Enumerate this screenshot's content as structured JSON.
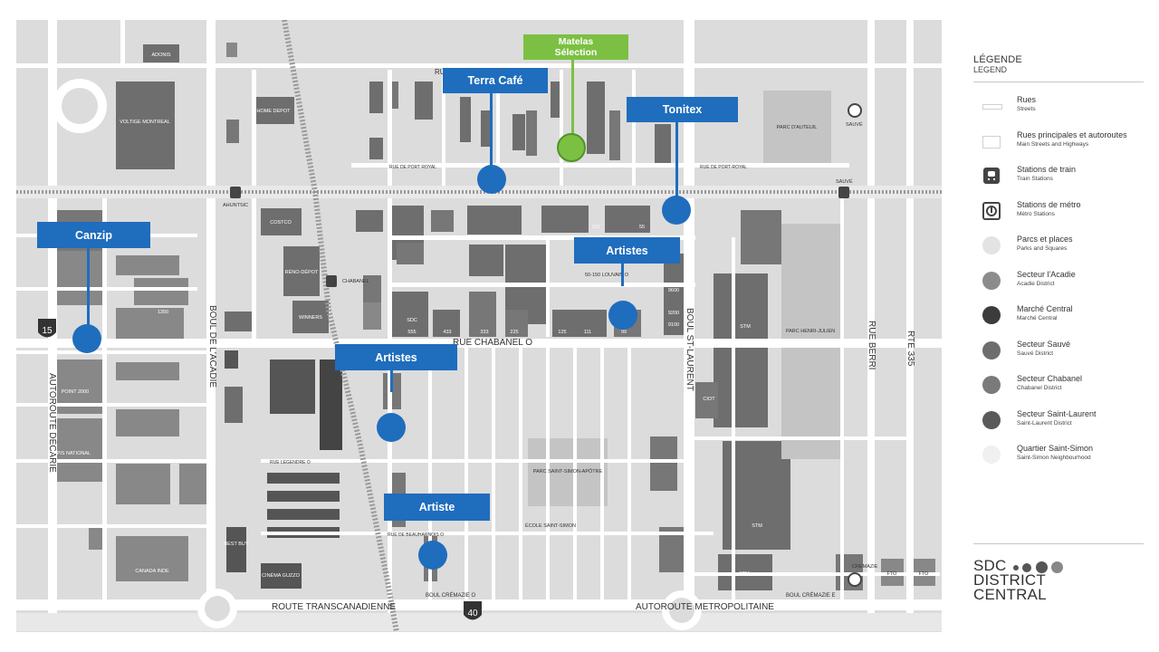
{
  "map": {
    "streets": {
      "rue_chabanel": "RUE CHABANEL O",
      "boul_acadie": "BOUL DE L'ACADIE",
      "boul_st_laurent": "BOUL ST-LAURENT",
      "rue_berri": "RUE BERRI",
      "rte_335": "RTE 335",
      "autoroute_decarie": "AUTOROUTE DÉCARIE",
      "route_transcanadienne": "ROUTE TRANSCANADIENNE",
      "autoroute_metropolitaine": "AUTOROUTE METROPOLITAINE",
      "boul_cremazie_o": "BOUL CRÉMAZIE O",
      "boul_cremazie_e": "BOUL CRÉMAZIE E",
      "rue_port_royal": "RUE DE PORT ROYAL",
      "rue_port_royal_e": "RUE DE PORT-ROYAL",
      "rue_louvain": "50-150 LOUVAIN O",
      "rue_legendre": "RUE LEGENDRE O",
      "rue_beauharnois": "RUE DE BEAUHARNOIS O",
      "rue_top": "RUE"
    },
    "highway_shields": {
      "a15": "15",
      "a40": "40"
    },
    "places": {
      "adonis": "ADONIS",
      "voltige": "VOLTIGE MONTREAL",
      "home_depot": "HOME DEPOT",
      "costco": "COSTCO",
      "reno_depot": "RÉNO-DÉPOT",
      "winners": "WINNERS",
      "parc_auteuil": "PARC D'AUTEUIL",
      "parc_henri_julien": "PARC HENRI-JULIEN",
      "parc_saint_simon": "PARC SAINT-SIMON-APÔTRE",
      "ecole_saint_simon": "ÉCOLE SAINT-SIMON",
      "stm_1": "STM",
      "stm_2": "STM",
      "stm_3": "STM",
      "best_buy": "BEST BUY",
      "canada_inde": "CANADA INDE",
      "cinema_guzzo": "CINÉMA GUZZO",
      "point_2000": "POINT 2000",
      "tapis_national": "TAPIS NATIONAL",
      "ciot": "CIOT",
      "fto_1": "FTO",
      "fto_2": "FTO"
    },
    "stations": {
      "ahuntsic": "AHUNTSIC",
      "chabanel": "CHABANEL",
      "sauve_train": "SAUVÉ",
      "sauve_metro": "SAUVÉ",
      "cremazie": "CRÉMAZIE"
    },
    "building_numbers": [
      "1350",
      "101",
      "55",
      "9600",
      "9200",
      "9100",
      "SDC",
      "433",
      "333",
      "225",
      "125",
      "111",
      "99",
      "555"
    ]
  },
  "callouts": [
    {
      "id": "terra-cafe",
      "label": "Terra Café",
      "color": "#1f6dbd"
    },
    {
      "id": "matelas-selection",
      "label_line1": "Matelas",
      "label_line2": "Sélection",
      "color": "#7cc043"
    },
    {
      "id": "tonitex",
      "label": "Tonitex",
      "color": "#1f6dbd"
    },
    {
      "id": "canzip",
      "label": "Canzip",
      "color": "#1f6dbd"
    },
    {
      "id": "artistes-1",
      "label": "Artistes",
      "color": "#1f6dbd"
    },
    {
      "id": "artistes-2",
      "label": "Artistes",
      "color": "#1f6dbd"
    },
    {
      "id": "artiste-3",
      "label": "Artiste",
      "color": "#1f6dbd"
    }
  ],
  "legend": {
    "title_fr": "LÉGENDE",
    "title_en": "LEGEND",
    "items": [
      {
        "fr": "Rues",
        "en": "Streets",
        "symbol": "street"
      },
      {
        "fr": "Rues principales et autoroutes",
        "en": "Main Streets and Highways",
        "symbol": "main-street"
      },
      {
        "fr": "Stations de train",
        "en": "Train Stations",
        "symbol": "train-icon"
      },
      {
        "fr": "Stations de métro",
        "en": "Métro Stations",
        "symbol": "metro-icon"
      },
      {
        "fr": "Parcs et places",
        "en": "Parks and Squares",
        "symbol": "circle",
        "color": "#e3e3e3"
      },
      {
        "fr": "Secteur l'Acadie",
        "en": "Acadie District",
        "symbol": "circle",
        "color": "#8c8c8c"
      },
      {
        "fr": "Marché Central",
        "en": "Marché Central",
        "symbol": "circle",
        "color": "#3c3c3c"
      },
      {
        "fr": "Secteur Sauvé",
        "en": "Sauvé District",
        "symbol": "circle",
        "color": "#6e6e6e"
      },
      {
        "fr": "Secteur Chabanel",
        "en": "Chabanel District",
        "symbol": "circle",
        "color": "#7a7a7a"
      },
      {
        "fr": "Secteur Saint-Laurent",
        "en": "Saint-Laurent District",
        "symbol": "circle",
        "color": "#5a5a5a"
      },
      {
        "fr": "Quartier Saint-Simon",
        "en": "Saint-Simon Neighbourhood",
        "symbol": "circle",
        "color": "#f0f0f0"
      }
    ]
  },
  "brand": {
    "line1": "SDC",
    "line2": "DISTRICT",
    "line3": "CENTRAL"
  },
  "colors": {
    "accent_blue": "#1f6dbd",
    "accent_green": "#7cc043",
    "map_ground": "#dcdcdc",
    "street": "#ffffff"
  }
}
